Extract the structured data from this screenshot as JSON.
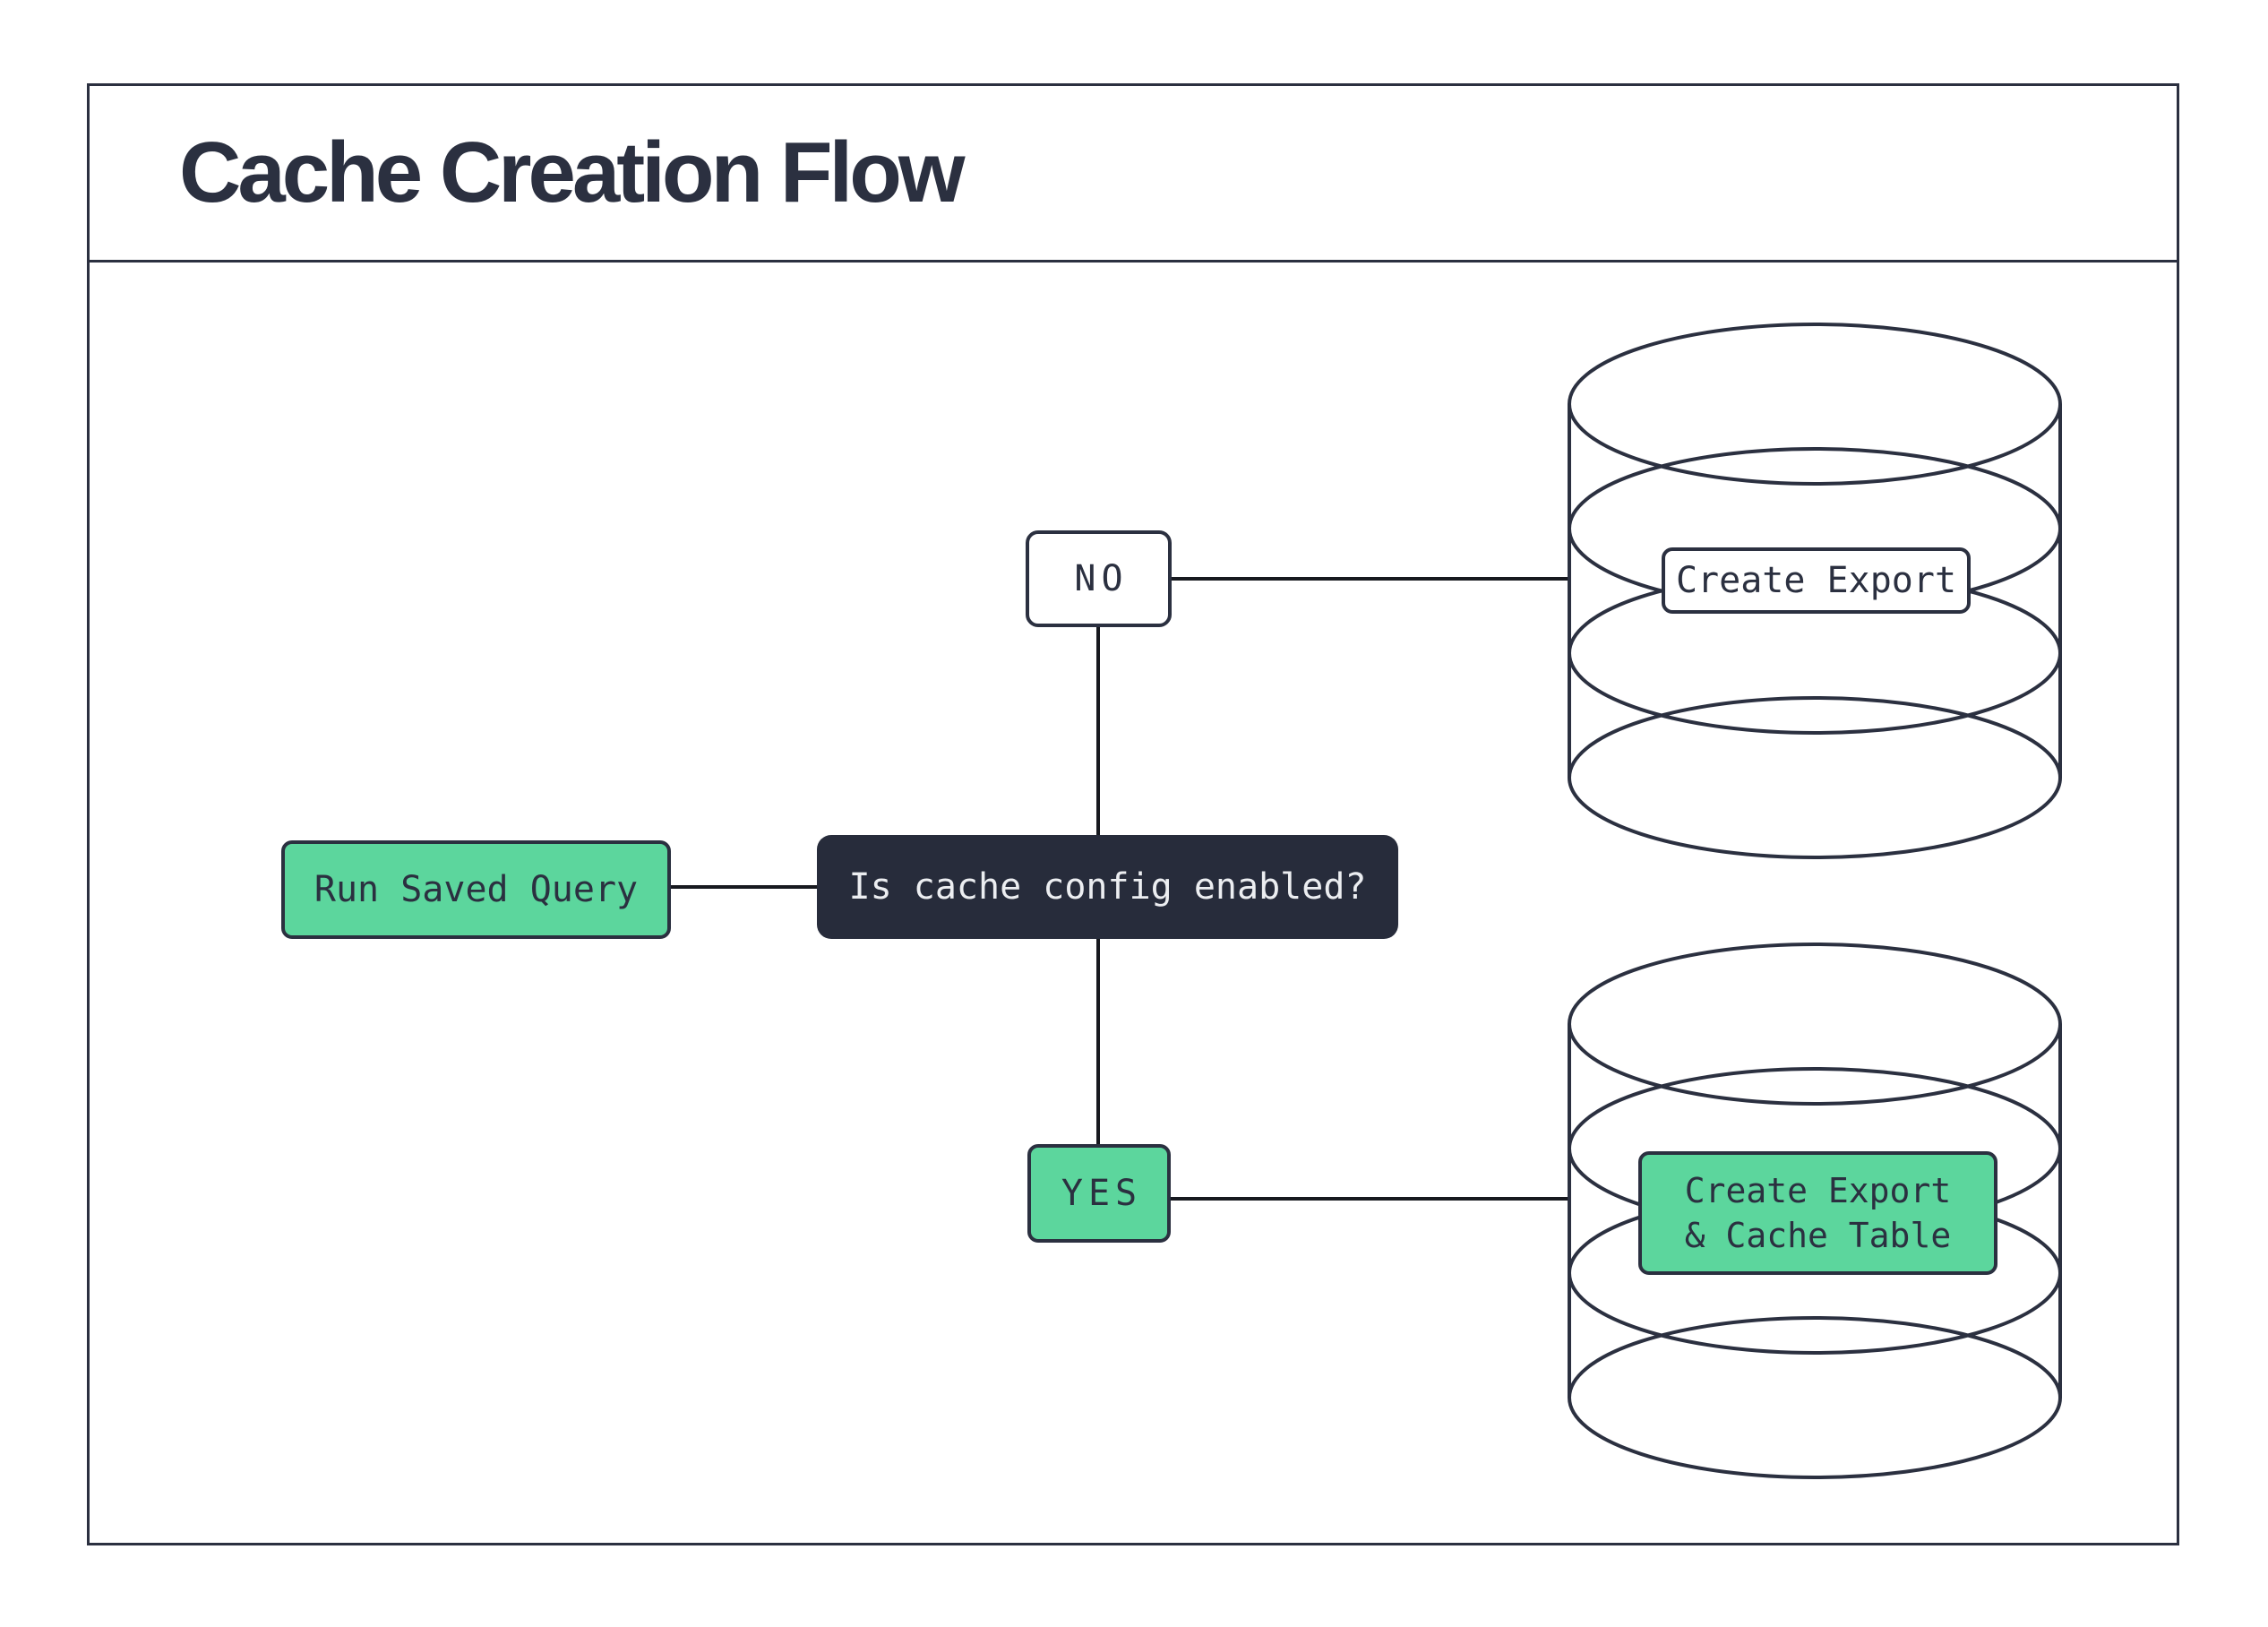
{
  "title": "Cache Creation Flow",
  "colors": {
    "ink": "#2b3040",
    "green": "#5cd69d",
    "dark-node-bg": "#272c3b",
    "light-text": "#eceef1",
    "connector": "#17191f",
    "node-bg": "#ffffff"
  },
  "flow": {
    "start_node": "Run Saved Query",
    "decision_node": "Is cache config enabled?",
    "no_branch": {
      "label": "NO",
      "action": "Create Export"
    },
    "yes_branch": {
      "label": "YES",
      "action_line1": "Create Export",
      "action_line2": "& Cache Table"
    }
  }
}
